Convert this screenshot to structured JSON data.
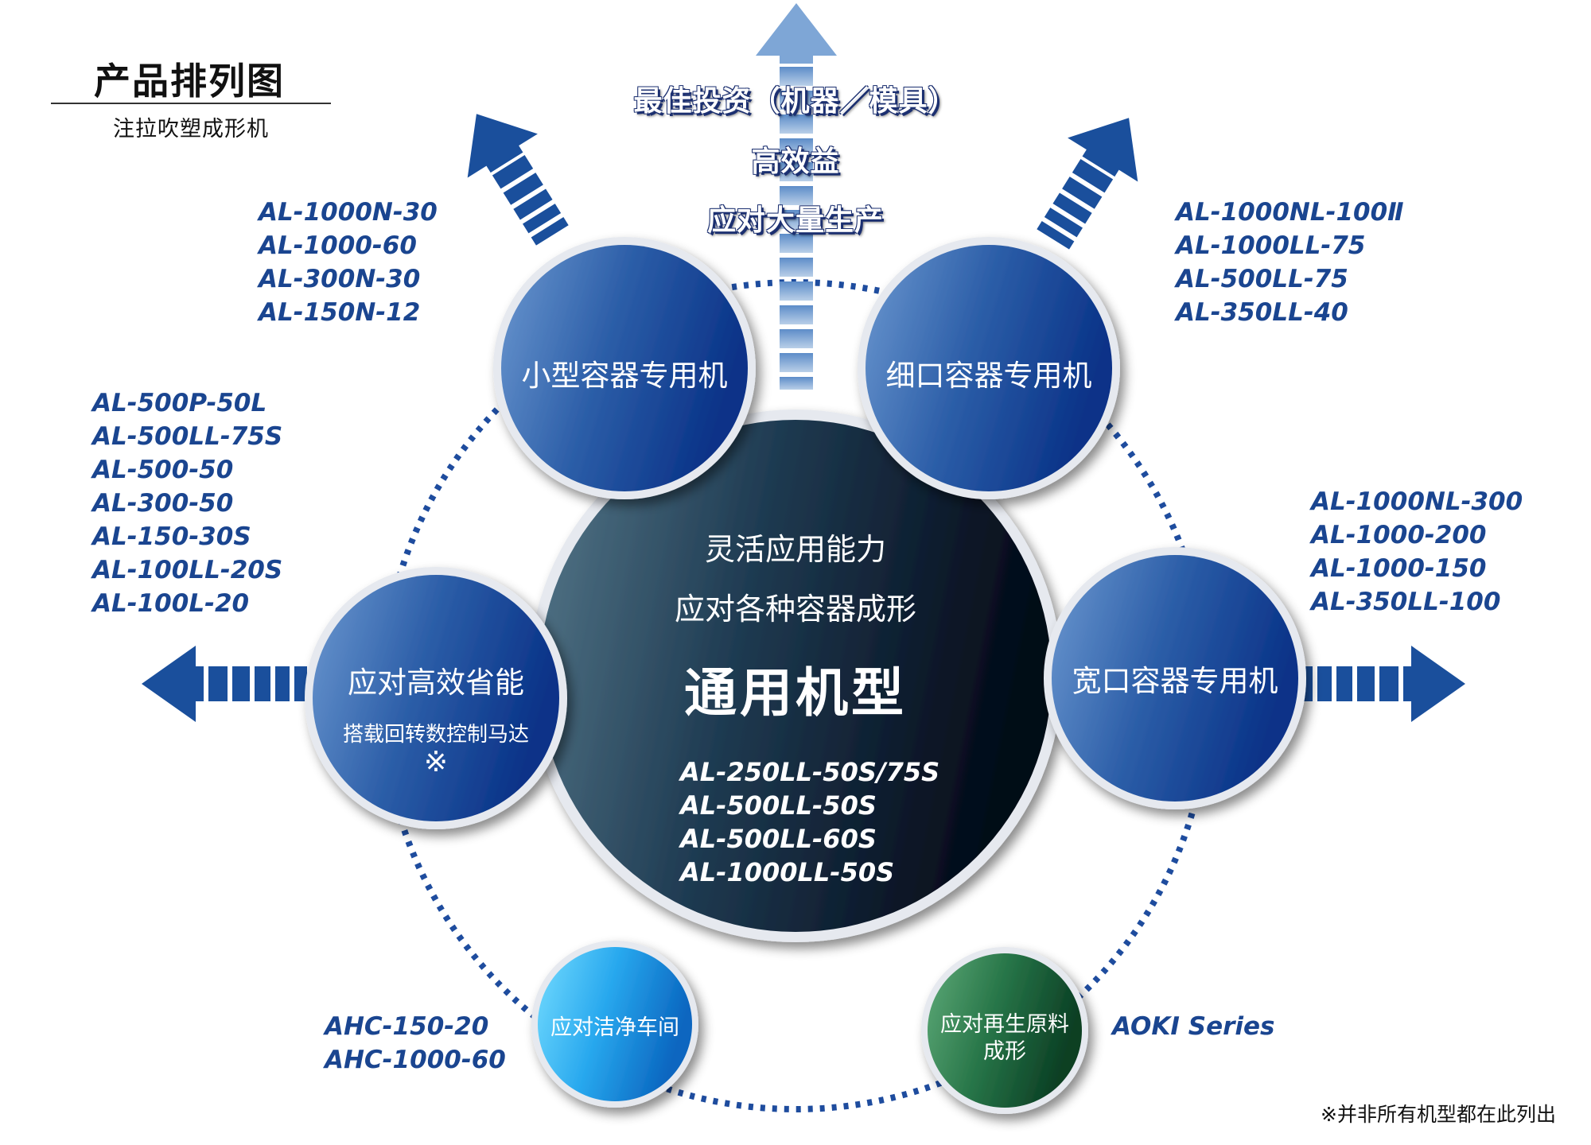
{
  "header": {
    "title": "产品排列图",
    "subtitle": "注拉吹塑成形机"
  },
  "benefits": [
    "最佳投资（机器／模具）",
    "高效益",
    "应对大量生产"
  ],
  "center": {
    "line1": "灵活应用能力",
    "line2": "应对各种容器成形",
    "name": "通用机型",
    "models": [
      "AL-250LL-50S/75S",
      "AL-500LL-50S",
      "AL-500LL-60S",
      "AL-1000LL-50S"
    ]
  },
  "small_container": {
    "label": "小型容器专用机",
    "models": [
      "AL-1000N-30",
      "AL-1000-60",
      "AL-300N-30",
      "AL-150N-12"
    ]
  },
  "narrow_neck": {
    "label": "细口容器专用机",
    "models": [
      "AL-1000NL-100Ⅱ",
      "AL-1000LL-75",
      "AL-500LL-75",
      "AL-350LL-40"
    ]
  },
  "energy_saving": {
    "label": "应对高效省能",
    "sublabel": "搭载回转数控制马达",
    "mark": "※",
    "models": [
      "AL-500P-50L",
      "AL-500LL-75S",
      "AL-500-50",
      "AL-300-50",
      "AL-150-30S",
      "AL-100LL-20S",
      "AL-100L-20"
    ]
  },
  "wide_mouth": {
    "label": "宽口容器专用机",
    "models": [
      "AL-1000NL-300",
      "AL-1000-200",
      "AL-1000-150",
      "AL-350LL-100"
    ]
  },
  "clean_room": {
    "label": "应对洁净车间",
    "models": [
      "AHC-150-20",
      "AHC-1000-60"
    ]
  },
  "recycled": {
    "label_line1": "应对再生原料",
    "label_line2": "成形",
    "series": "AOKI Series"
  },
  "footnote": "※并非所有机型都在此列出",
  "colors": {
    "blue_circle_light": "#5b89c6",
    "blue_circle_dark": "#0a3a8e",
    "center_light": "#4a6878",
    "center_dark": "#06101e",
    "clean_light": "#5fd0f8",
    "clean_dark": "#0a6fc8",
    "green_light": "#4b9a68",
    "green_dark": "#0e4a2a",
    "arrow_blue": "#1a4f9c",
    "arrow_light": "#8fb0d8",
    "text_blue": "#1a4590"
  }
}
